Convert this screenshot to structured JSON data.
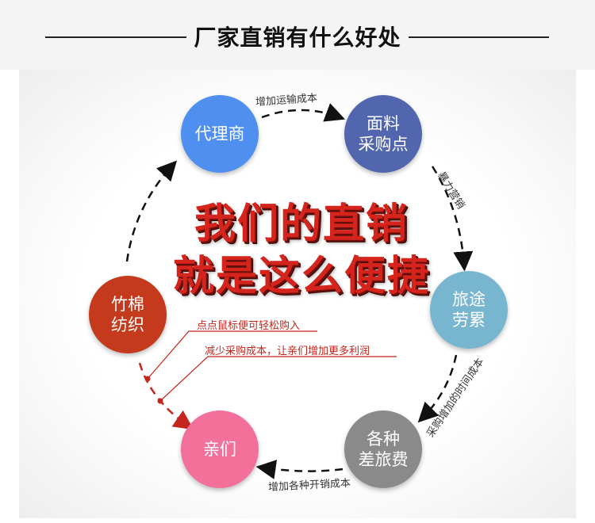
{
  "header": {
    "title": "厂家直销有什么好处"
  },
  "headline": {
    "line1": "我们的直销",
    "line2": "就是这么便捷"
  },
  "nodes": {
    "agent": {
      "label": "代理商",
      "color": "#4e8ff0"
    },
    "materials": {
      "label": "面料\n采购点",
      "color": "#5266b0"
    },
    "travel": {
      "label": "旅途\n劳累",
      "color": "#78b6d0"
    },
    "expenses": {
      "label": "各种\n差旅费",
      "color": "#8a8a8a"
    },
    "customers": {
      "label": "亲们",
      "color": "#f2709a"
    },
    "cotton": {
      "label": "竹棉\n纺织",
      "color": "#c53a1c"
    }
  },
  "edges": {
    "agent_to_materials": "增加运输成本",
    "materials_to_travel": "暴力营销",
    "travel_to_expenses": "采购增加的时间成本",
    "expenses_to_customers": "增加各种开销成本"
  },
  "callouts": {
    "first": "点点鼠标便可轻松购入",
    "second": "减少采购成本，让亲们增加更多利润"
  },
  "colors": {
    "accent_red": "#c4251c",
    "arrow": "#111111"
  }
}
